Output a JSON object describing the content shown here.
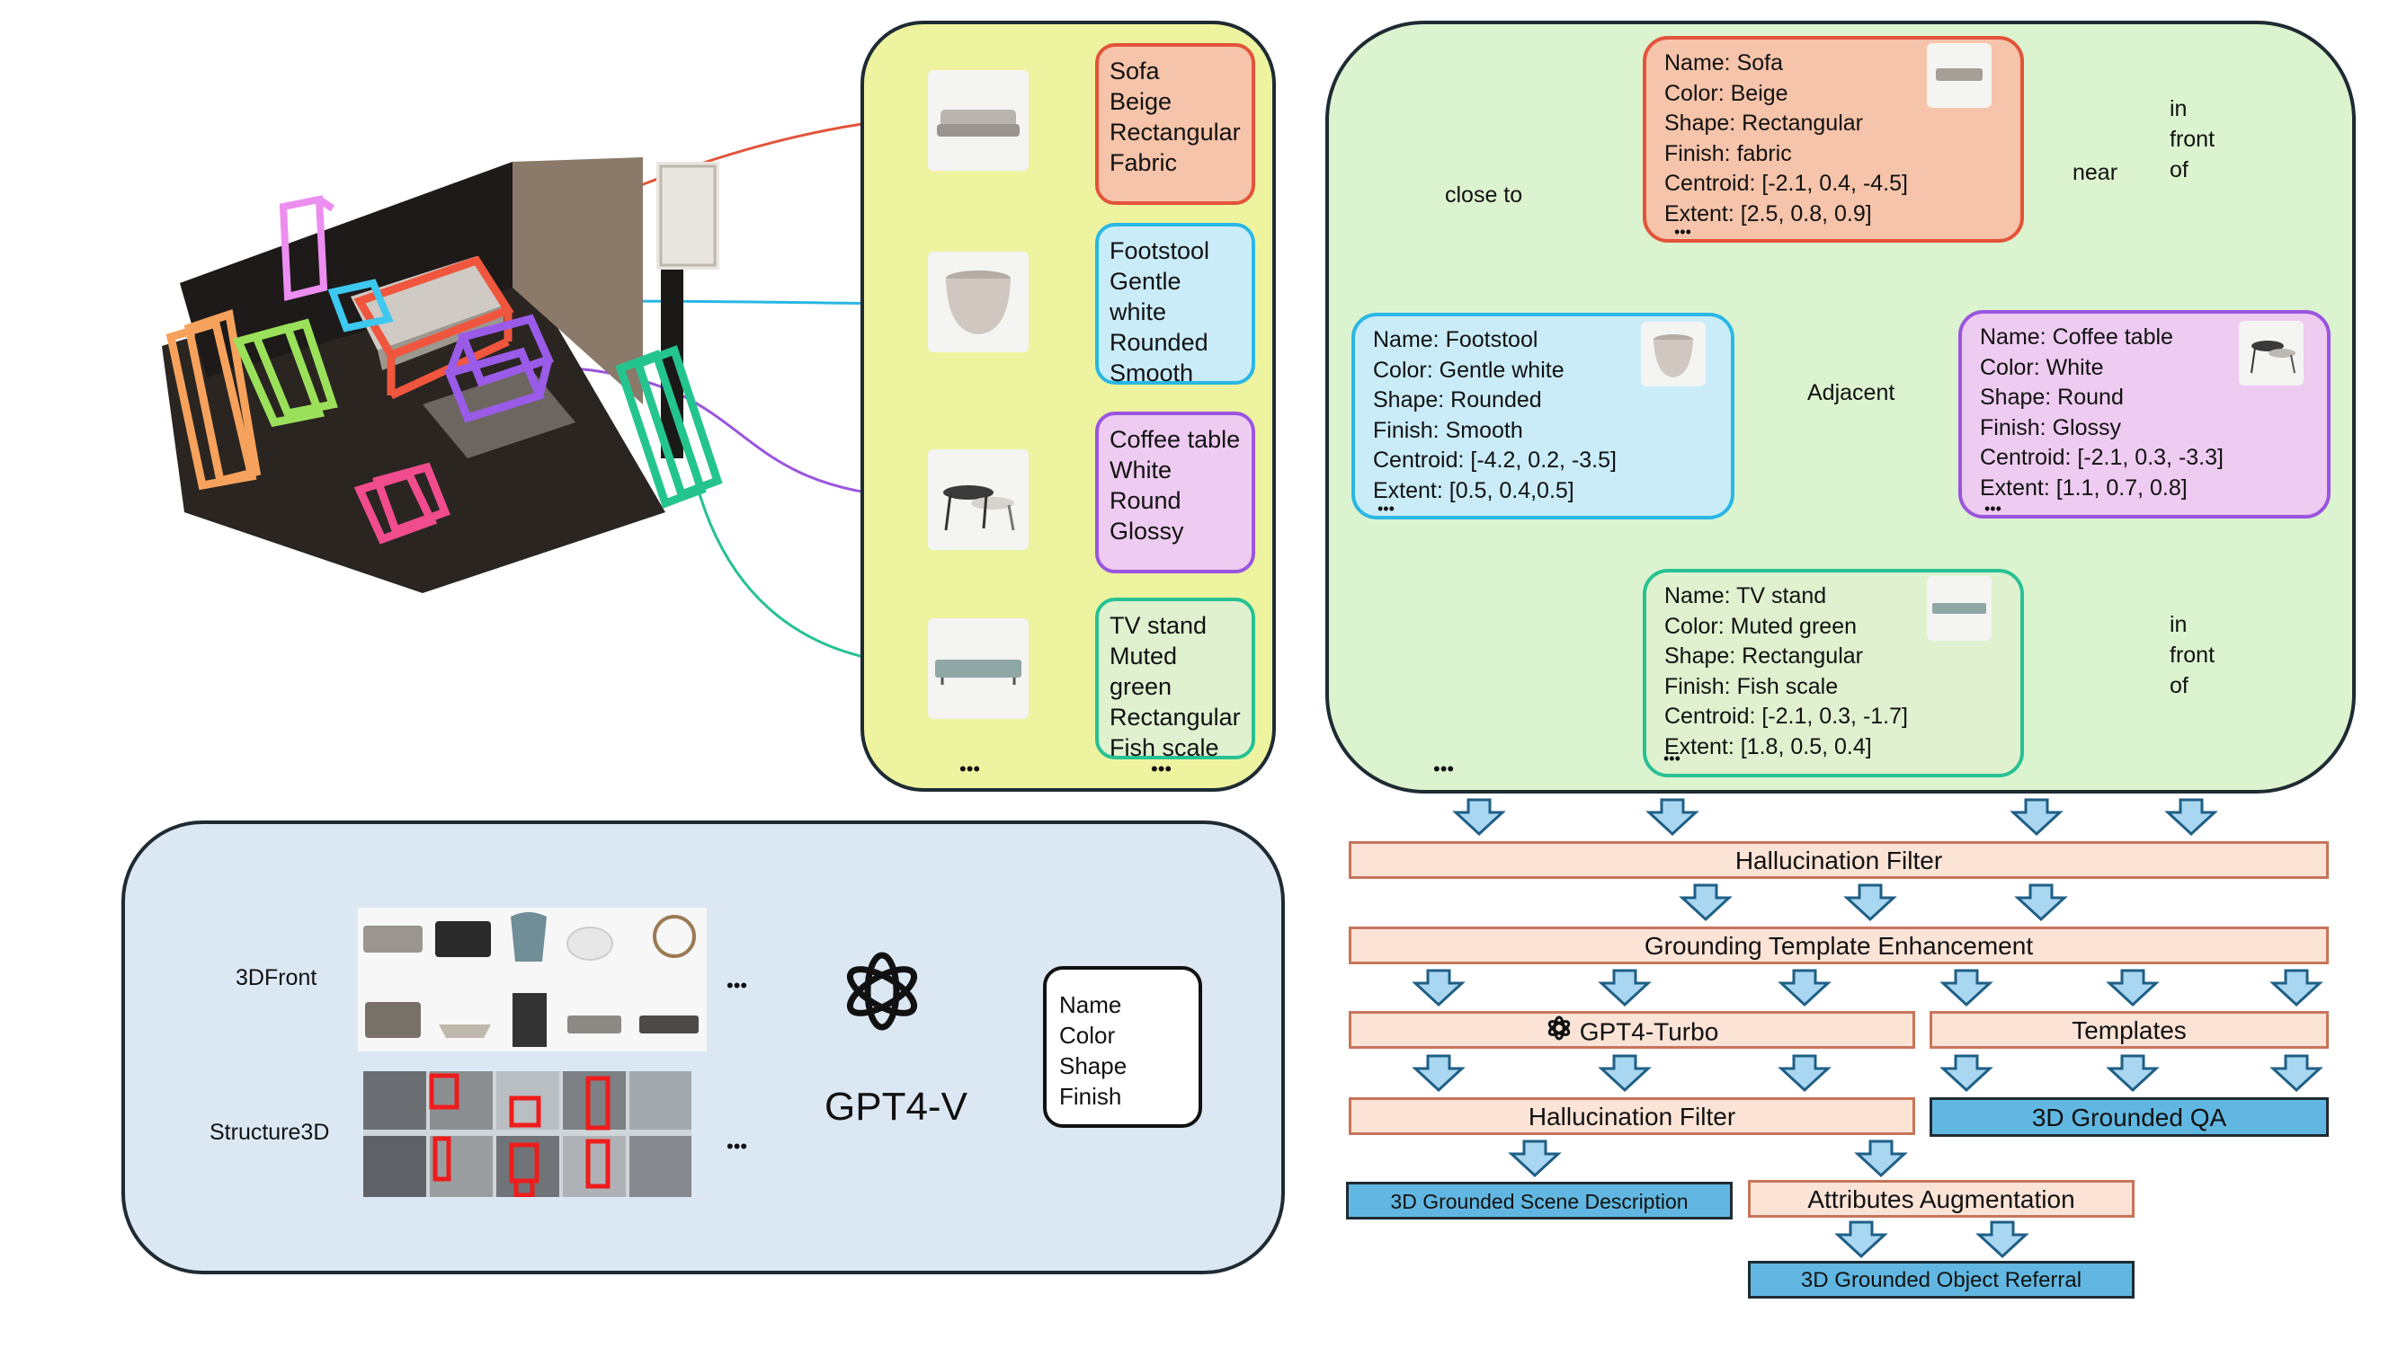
{
  "attribute_panel": {
    "items": [
      {
        "lines": "Sofa\nBeige\nRectangular\nFabric",
        "border": "#e3533a",
        "fill": "#f6c4aa"
      },
      {
        "lines": "Footstool\nGentle white\nRounded\nSmooth",
        "border": "#29b7e5",
        "fill": "#c9ecf8"
      },
      {
        "lines": "Coffee table\nWhite\nRound\nGlossy",
        "border": "#9a55df",
        "fill": "#eecbf0"
      },
      {
        "lines": "TV stand\nMuted green\nRectangular\nFish scale",
        "border": "#27c193",
        "fill": "#dff1cf"
      }
    ],
    "ellipsis_left": "•••",
    "ellipsis_right": "•••"
  },
  "scene_graph": {
    "nodes": [
      {
        "lines": "Name: Sofa\nColor: Beige\nShape: Rectangular\nFinish: fabric\nCentroid: [-2.1, 0.4, -4.5]\nExtent: [2.5, 0.8, 0.9]",
        "border": "#e3533a",
        "fill": "#f6c4aa"
      },
      {
        "lines": "Name: Footstool\nColor: Gentle white\nShape: Rounded\nFinish: Smooth\nCentroid: [-4.2, 0.2, -3.5]\nExtent: [0.5, 0.4,0.5]",
        "border": "#29b7e5",
        "fill": "#c9ecf8"
      },
      {
        "lines": "Name: Coffee table\nColor: White\nShape: Round\nFinish: Glossy\nCentroid: [-2.1, 0.3, -3.3]\nExtent: [1.1, 0.7, 0.8]",
        "border": "#9a55df",
        "fill": "#eecbf0"
      },
      {
        "lines": "Name: TV stand\nColor: Muted green\nShape: Rectangular\nFinish: Fish scale\nCentroid: [-2.1, 0.3, -1.7]\nExtent: [1.8, 0.5, 0.4]",
        "border": "#27c193",
        "fill": "#dff1cf"
      }
    ],
    "node_ellipsis": "•••",
    "edges": {
      "close_to": "close to",
      "near": "near",
      "in_front_of_1": "in\nfront\nof",
      "adjacent": "Adjacent",
      "in_front_of_2": "in\nfront\nof"
    },
    "ellipsis": "•••"
  },
  "attribute_extraction": {
    "dataset_1": "3DFront",
    "dataset_2": "Structure3D",
    "ellipsis_1": "•••",
    "ellipsis_2": "•••",
    "model_label": "GPT4-V",
    "output_lines": "Name\nColor\nShape\nFinish"
  },
  "pipeline": {
    "hallucination_filter_1": "Hallucination Filter",
    "grounding_template": "Grounding Template Enhancement",
    "gpt4_turbo": "GPT4-Turbo",
    "templates": "Templates",
    "hallucination_filter_2": "Hallucination Filter",
    "qa_output": "3D Grounded QA",
    "scene_description": "3D Grounded Scene Description",
    "attributes_augmentation": "Attributes Augmentation",
    "object_referral": "3D Grounded Object Referral"
  },
  "colors": {
    "yellow_panel": "#eef3a0",
    "green_panel": "#dcf3cf",
    "blue_panel": "#dbe8f4",
    "bar_fill": "#fbe3d6",
    "output_fill": "#61b7e1",
    "arrow_fill": "#a9d6f0",
    "edge_line": "#1f5f86"
  }
}
